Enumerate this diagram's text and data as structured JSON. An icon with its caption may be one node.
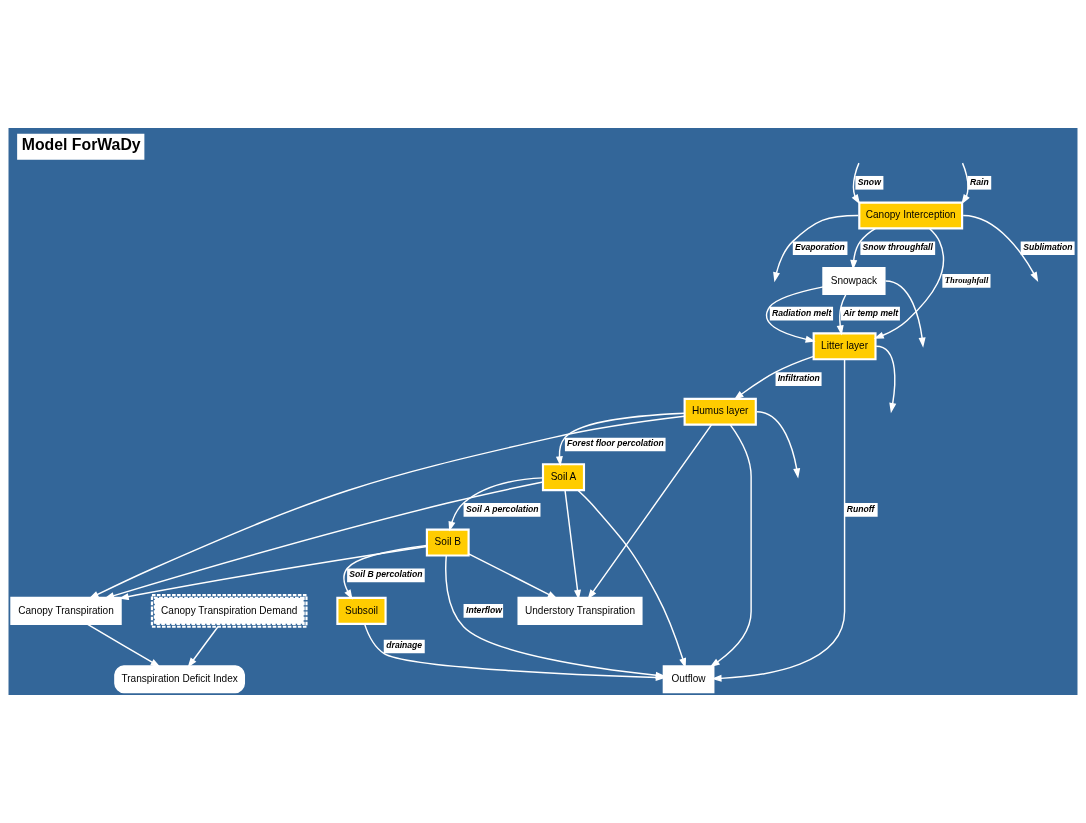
{
  "diagram": {
    "title": "Model ForWaDy",
    "nodes": [
      {
        "text": [
          "Canopy Interception"
        ]
      },
      {
        "text": [
          "Snowpack"
        ]
      },
      {
        "text": [
          "Litter layer"
        ]
      },
      {
        "text": [
          "Humus layer"
        ]
      },
      {
        "text": [
          "Soil A"
        ]
      },
      {
        "text": [
          "Soil B"
        ]
      },
      {
        "text": [
          "Subsoil"
        ]
      },
      {
        "text": [
          "Outflow"
        ]
      },
      {
        "text": [
          "Transpiration Deficit Index"
        ]
      },
      {
        "text": [
          "Canopy Transpiration Demand"
        ]
      },
      {
        "text": [
          "Canopy Transpiration"
        ]
      },
      {
        "text": [
          "Understory Transpiration"
        ]
      }
    ],
    "edges": [
      {
        "from": 0,
        "to": null,
        "arrow": "to",
        "label": "Evaporation"
      },
      {
        "from": 0,
        "to": null,
        "arrow": "to",
        "label": "Sublimation"
      },
      {
        "from": null,
        "to": 0,
        "arrow": "to",
        "label": "Rain"
      },
      {
        "from": null,
        "to": 0,
        "arrow": "to",
        "label": "Snow"
      },
      {
        "from": 2,
        "to": null,
        "arrow": "to"
      },
      {
        "from": 3,
        "to": null,
        "arrow": "to"
      },
      {
        "from": 1,
        "to": null,
        "arrow": "to"
      },
      {
        "from": 0,
        "to": 2,
        "arrow": "to",
        "label": "Throughfall"
      },
      {
        "from": 0,
        "to": 1,
        "arrow": "to",
        "label": "Snow throughfall"
      },
      {
        "from": 1,
        "to": 2,
        "arrow": "to",
        "label": "Air temp melt"
      },
      {
        "from": 1,
        "to": 2,
        "arrow": "to",
        "label": "Radiation melt"
      },
      {
        "from": 2,
        "to": 3,
        "arrow": "to",
        "label": "Infiltration"
      },
      {
        "from": 2,
        "to": 7,
        "arrow": "to",
        "label": "Runoff"
      },
      {
        "from": 3,
        "to": 10,
        "arrow": "to"
      },
      {
        "from": 3,
        "to": 11,
        "arrow": "to"
      },
      {
        "from": 3,
        "to": 4,
        "arrow": "to",
        "label": "Forest floor percolation"
      },
      {
        "from": 3,
        "to": 7,
        "arrow": "to"
      },
      {
        "from": 4,
        "to": 10,
        "arrow": "to"
      },
      {
        "from": 4,
        "to": 11,
        "arrow": "to"
      },
      {
        "from": 4,
        "to": 5,
        "arrow": "to",
        "label": "Soil A percolation"
      },
      {
        "from": 4,
        "to": 7,
        "arrow": "to"
      },
      {
        "from": 5,
        "to": 11,
        "arrow": "to"
      },
      {
        "from": 5,
        "to": 10,
        "arrow": "to"
      },
      {
        "from": 5,
        "to": 6,
        "arrow": "to",
        "label": "Soil B percolation"
      },
      {
        "from": 5,
        "to": 7,
        "arrow": "to",
        "label": "Interflow"
      },
      {
        "from": 6,
        "to": 7,
        "arrow": "to",
        "label": "drainage"
      },
      {
        "from": 9,
        "to": 8,
        "arrow": "to"
      },
      {
        "from": 10,
        "to": 8,
        "arrow": "to"
      }
    ]
  }
}
